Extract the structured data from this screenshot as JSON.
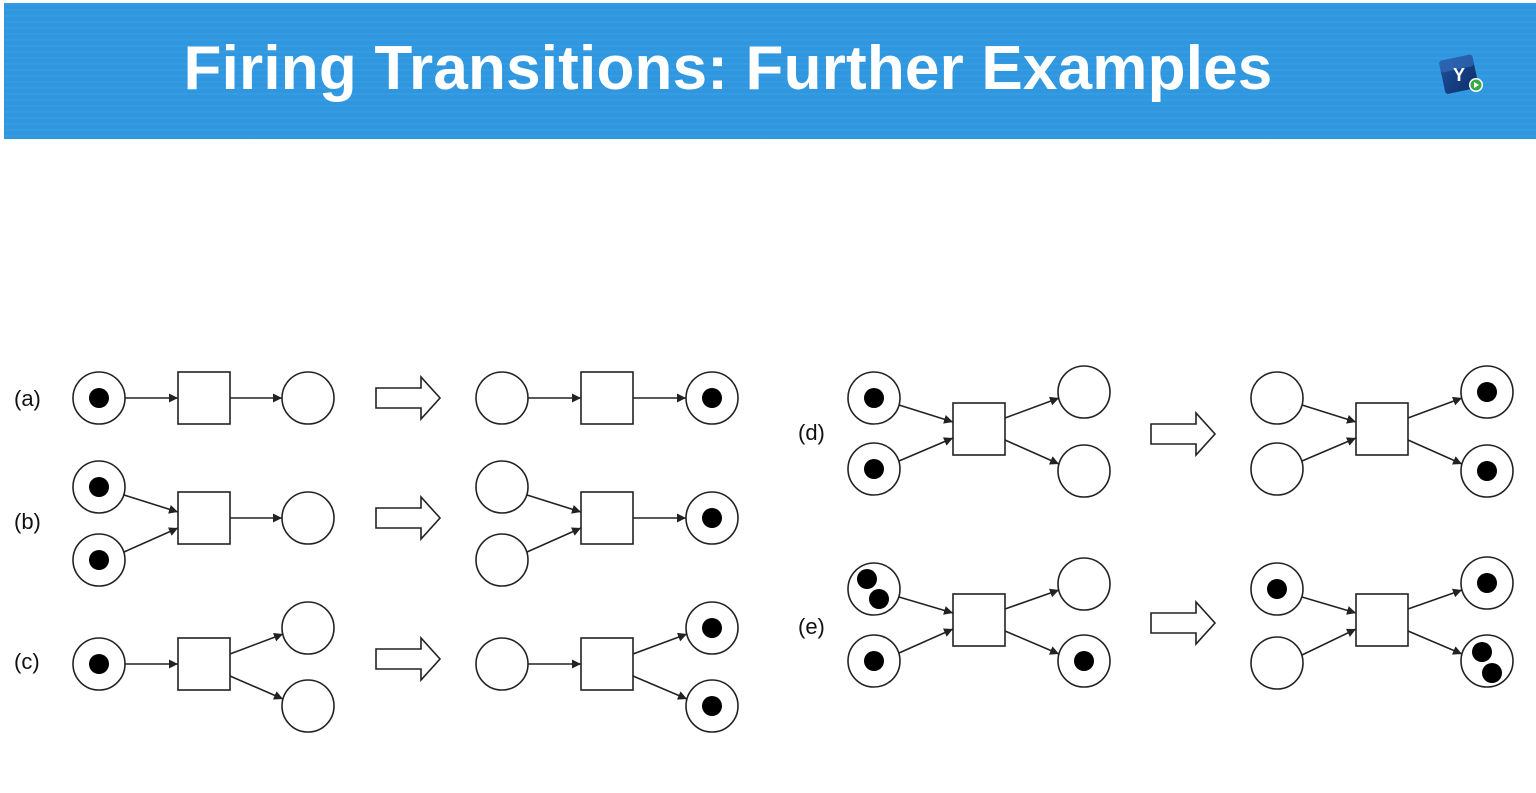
{
  "slide": {
    "title": "Firing Transitions: Further Examples",
    "logo_letter": "Y",
    "logo_icon": "play-logo-icon"
  },
  "colors": {
    "header": "#2f97e0",
    "title_text": "#ffffff",
    "lines": "#222222"
  },
  "labels": {
    "a": "(a)",
    "b": "(b)",
    "c": "(c)",
    "d": "(d)",
    "e": "(e)"
  }
}
